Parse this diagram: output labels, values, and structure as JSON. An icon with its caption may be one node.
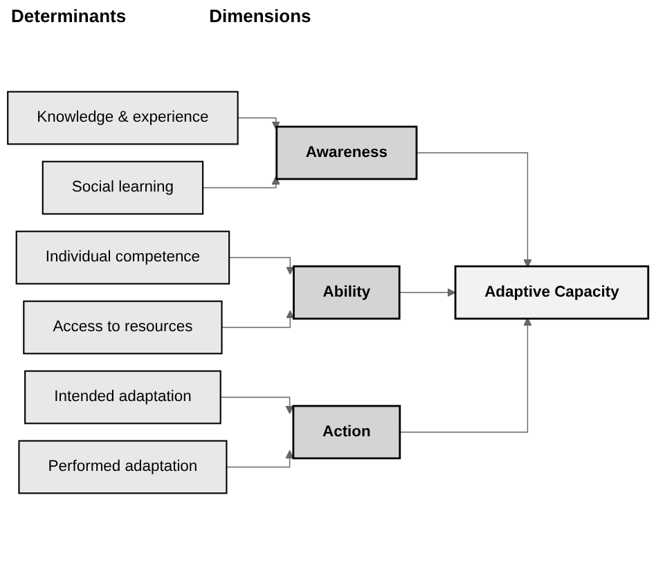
{
  "diagram": {
    "nodes": [
      {
        "text": [
          "Knowledge & experience"
        ]
      },
      {
        "text": [
          "Social learning"
        ]
      },
      {
        "text": [
          "Individual competence"
        ]
      },
      {
        "text": [
          "Access to resources"
        ]
      },
      {
        "text": [
          "Intended adaptation"
        ]
      },
      {
        "text": [
          "Performed adaptation"
        ]
      },
      {
        "text": [
          "Awareness"
        ]
      },
      {
        "text": [
          "Ability"
        ]
      },
      {
        "text": [
          "Action"
        ]
      },
      {
        "text": [
          "Adaptive Capacity"
        ]
      }
    ],
    "edges": [
      {
        "from": 0,
        "to": 6,
        "arrow": "to"
      },
      {
        "from": 1,
        "to": 6,
        "arrow": "to"
      },
      {
        "from": 2,
        "to": 7,
        "arrow": "to"
      },
      {
        "from": 3,
        "to": 7,
        "arrow": "to"
      },
      {
        "from": 4,
        "to": 8,
        "arrow": "to"
      },
      {
        "from": 5,
        "to": 8,
        "arrow": "to"
      },
      {
        "from": 6,
        "to": 9,
        "arrow": "to"
      },
      {
        "from": 7,
        "to": 9,
        "arrow": "to"
      },
      {
        "from": 8,
        "to": 9,
        "arrow": "to"
      }
    ],
    "labels": [
      "Determinants",
      "Dimensions"
    ]
  }
}
